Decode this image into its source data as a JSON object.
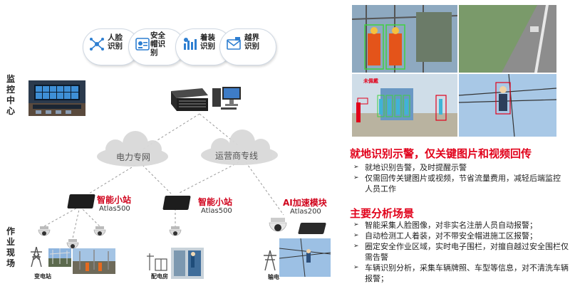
{
  "left_labels": {
    "monitor_center": "监控中心",
    "field_site": "作业现场"
  },
  "features": [
    {
      "label": "人脸\n识别",
      "icon": "face-network-icon"
    },
    {
      "label": "安全\n帽识\n别",
      "icon": "helmet-id-icon"
    },
    {
      "label": "着装\n识别",
      "icon": "clothing-id-icon"
    },
    {
      "label": "越界\n识别",
      "icon": "boundary-mail-icon"
    }
  ],
  "clouds": {
    "power": "电力专网",
    "carrier": "运营商专线"
  },
  "nodes": [
    {
      "title": "智能小站",
      "sub": "Atlas500"
    },
    {
      "title": "智能小站",
      "sub": "Atlas500"
    },
    {
      "title": "AI加速模块",
      "sub": "Atlas200"
    }
  ],
  "sites": {
    "substation": "变电站",
    "distribution": "配电房",
    "transmission": "输电"
  },
  "right": {
    "heading1": "就地识别示警，仅关键图片和视频回传",
    "bullets1": [
      "就地识别告警，及时提醒示警",
      "仅需回传关键图片或视频，节省流量费用，减轻后端监控人员工作"
    ],
    "heading2": "主要分析场景",
    "bullets2": [
      "智能采集人脸图像，对非实名注册人员自动报警；",
      "自动检测工人着装，对不带安全帽进施工区报警；",
      "圈定安全作业区域，实时电子围栏，对擅自越过安全围栏仅需告警",
      "车辆识别分析，采集车辆牌照、车型等信息，对不清洗车辆报警；"
    ]
  },
  "photo_tags": {
    "detect": "未佩戴"
  },
  "colors": {
    "accent_red": "#e1001a",
    "icon_blue": "#2e7fd1",
    "cloud_gray": "#d9d9d9"
  }
}
